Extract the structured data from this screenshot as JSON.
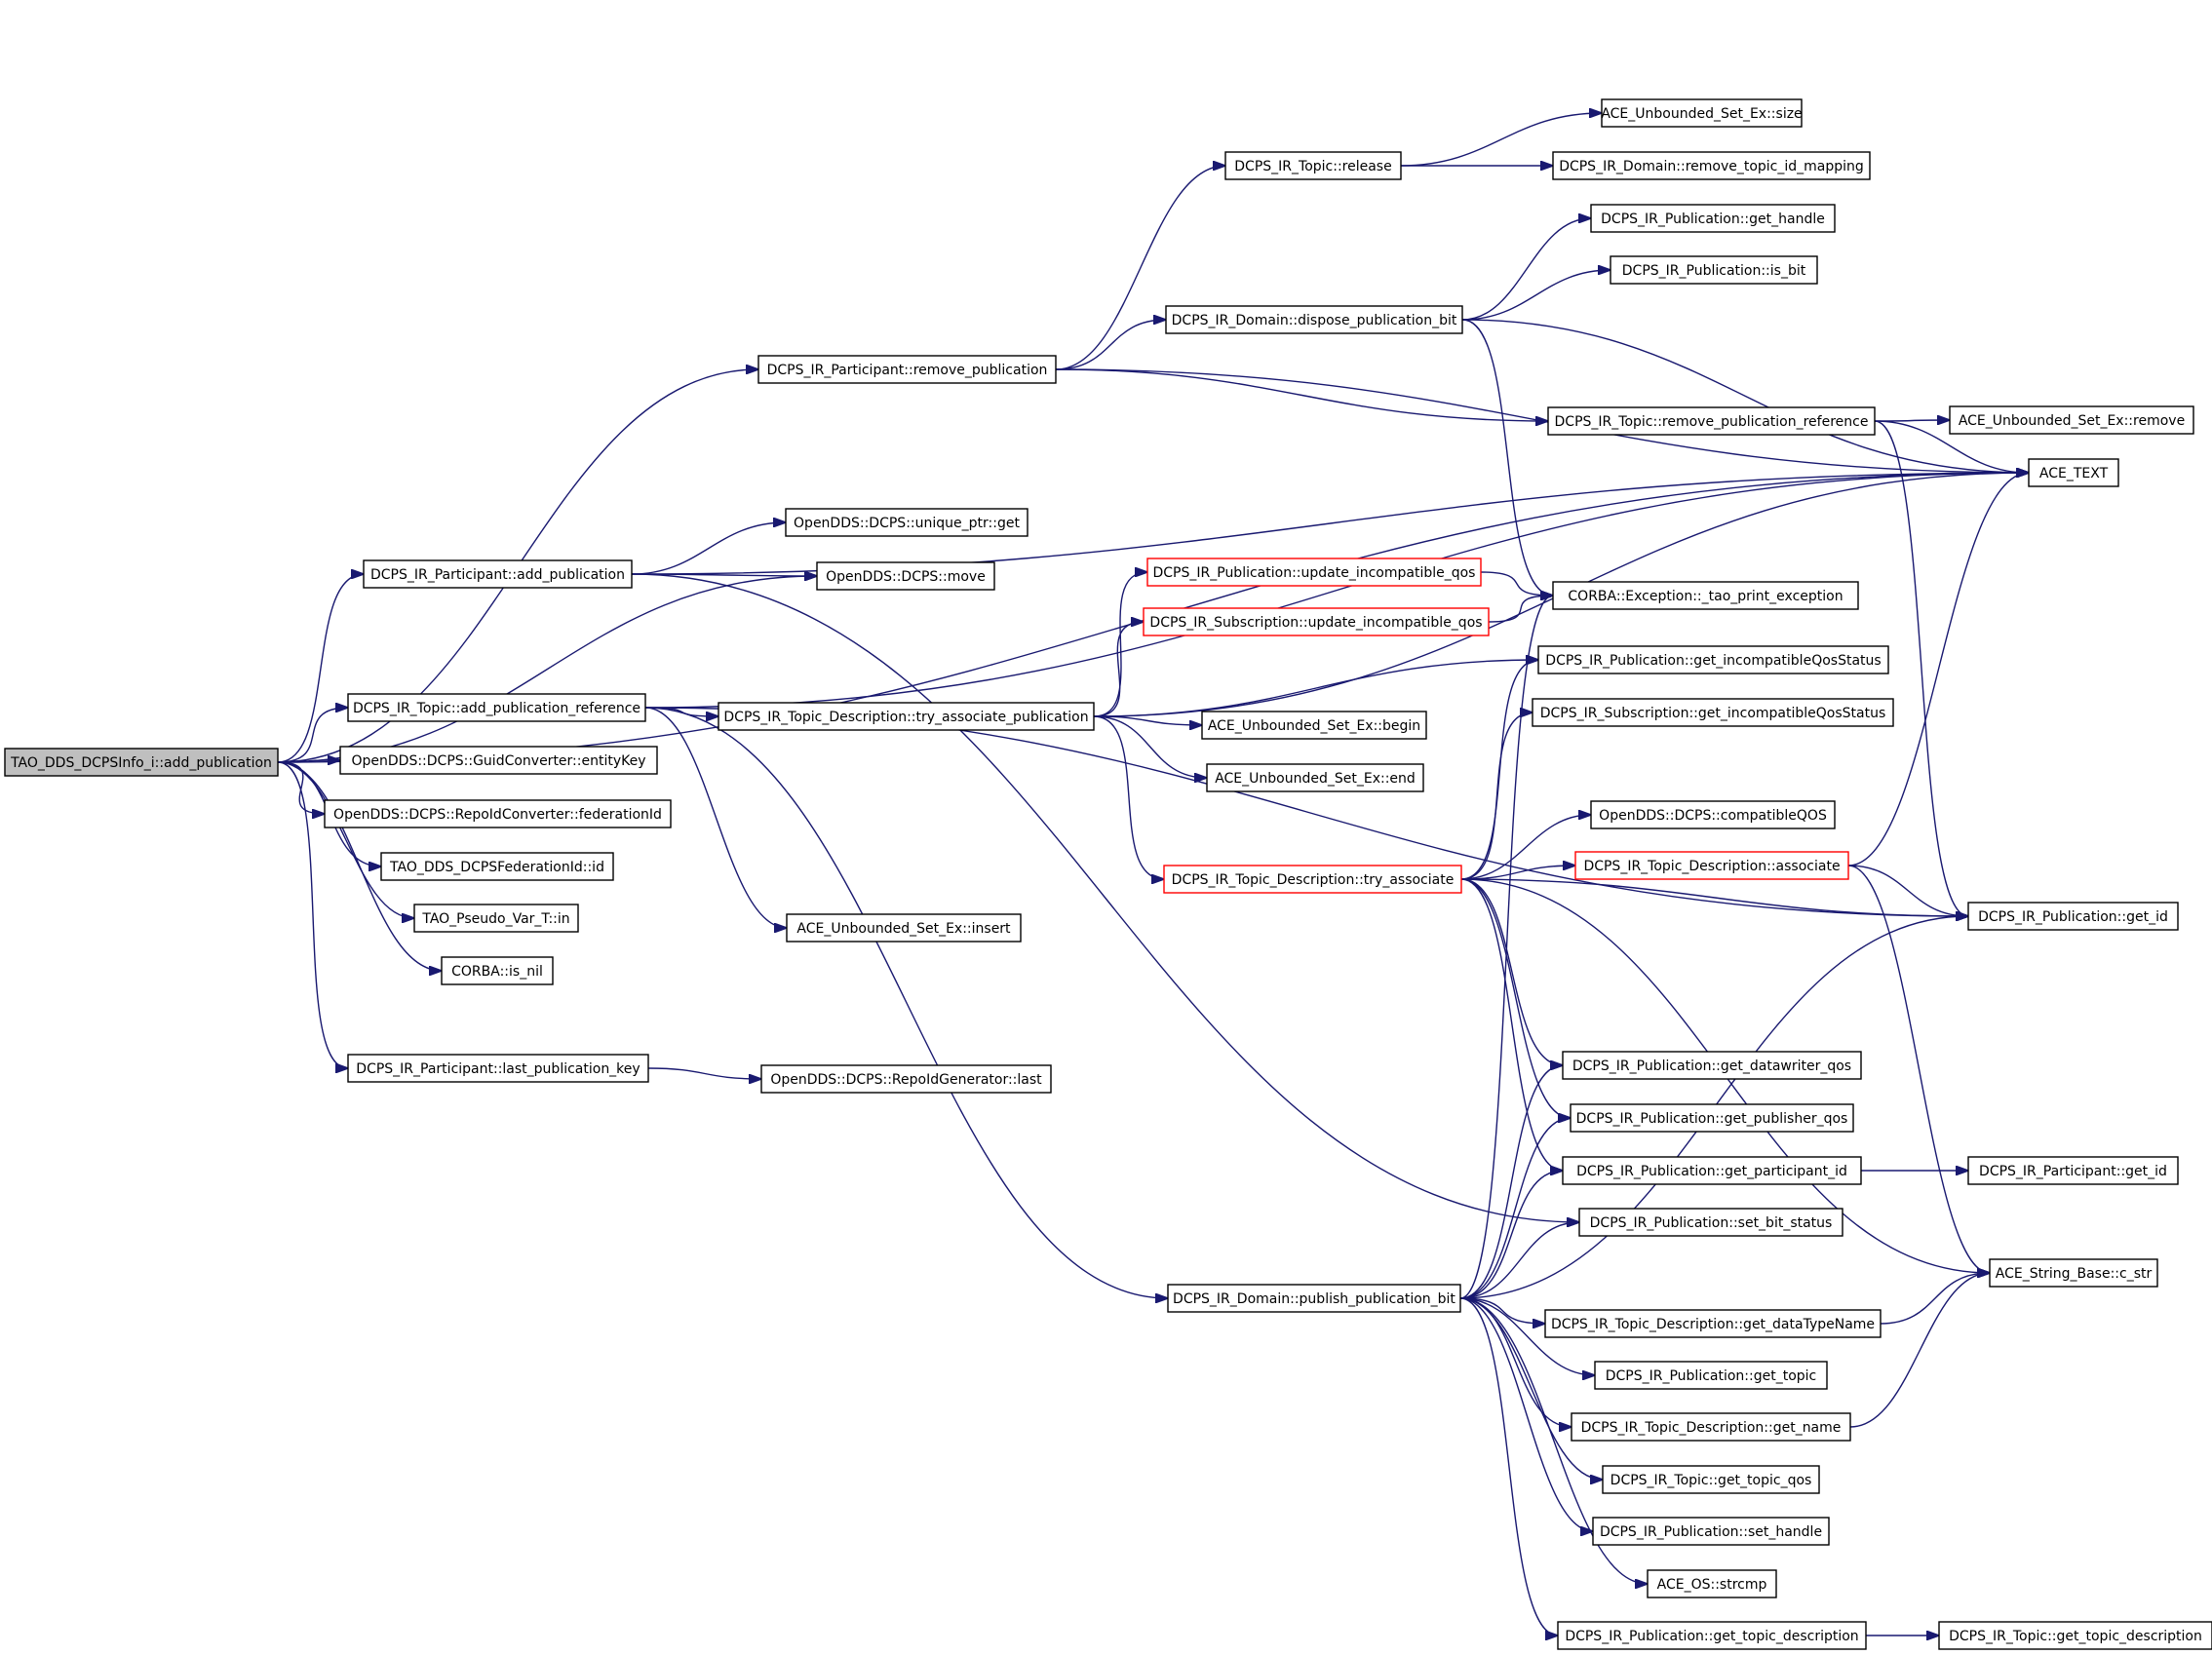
{
  "colors": {
    "edge": "#191970",
    "node_border": "#000000",
    "truncated_border": "#ff0000",
    "root_fill": "#bfbfbf",
    "node_fill": "#ffffff"
  },
  "nodes": [
    {
      "id": "root",
      "label": "TAO_DDS_DCPSInfo_i::add_publication",
      "style": "root"
    },
    {
      "id": "part_add_pub",
      "label": "DCPS_IR_Participant::add_publication"
    },
    {
      "id": "part_remove_pub",
      "label": "DCPS_IR_Participant::remove_publication"
    },
    {
      "id": "topic_release",
      "label": "DCPS_IR_Topic::release"
    },
    {
      "id": "set_size",
      "label": "ACE_Unbounded_Set_Ex::size"
    },
    {
      "id": "domain_remove_mapping",
      "label": "DCPS_IR_Domain::remove_topic_id_mapping"
    },
    {
      "id": "pub_get_handle",
      "label": "DCPS_IR_Publication::get_handle"
    },
    {
      "id": "pub_is_bit",
      "label": "DCPS_IR_Publication::is_bit"
    },
    {
      "id": "domain_dispose",
      "label": "DCPS_IR_Domain::dispose_publication_bit"
    },
    {
      "id": "topic_remove_ref",
      "label": "DCPS_IR_Topic::remove_publication_reference"
    },
    {
      "id": "set_remove",
      "label": "ACE_Unbounded_Set_Ex::remove"
    },
    {
      "id": "ace_text",
      "label": "ACE_TEXT"
    },
    {
      "id": "unique_ptr_get",
      "label": "OpenDDS::DCPS::unique_ptr::get"
    },
    {
      "id": "dcps_move",
      "label": "OpenDDS::DCPS::move"
    },
    {
      "id": "pub_update_qos",
      "label": "DCPS_IR_Publication::update_incompatible_qos",
      "style": "truncated"
    },
    {
      "id": "sub_update_qos",
      "label": "DCPS_IR_Subscription::update_incompatible_qos",
      "style": "truncated"
    },
    {
      "id": "tao_print_exc",
      "label": "CORBA::Exception::_tao_print_exception"
    },
    {
      "id": "pub_get_incompat",
      "label": "DCPS_IR_Publication::get_incompatibleQosStatus"
    },
    {
      "id": "sub_get_incompat",
      "label": "DCPS_IR_Subscription::get_incompatibleQosStatus"
    },
    {
      "id": "topic_add_ref",
      "label": "DCPS_IR_Topic::add_publication_reference"
    },
    {
      "id": "td_try_assoc_pub",
      "label": "DCPS_IR_Topic_Description::try_associate_publication"
    },
    {
      "id": "set_begin",
      "label": "ACE_Unbounded_Set_Ex::begin"
    },
    {
      "id": "set_end",
      "label": "ACE_Unbounded_Set_Ex::end"
    },
    {
      "id": "guid_entity_key",
      "label": "OpenDDS::DCPS::GuidConverter::entityKey"
    },
    {
      "id": "repo_federation_id",
      "label": "OpenDDS::DCPS::RepoIdConverter::federationId"
    },
    {
      "id": "fed_id",
      "label": "TAO_DDS_DCPSFederationId::id"
    },
    {
      "id": "pseudo_in",
      "label": "TAO_Pseudo_Var_T::in"
    },
    {
      "id": "corba_is_nil",
      "label": "CORBA::is_nil"
    },
    {
      "id": "compatible_qos",
      "label": "OpenDDS::DCPS::compatibleQOS"
    },
    {
      "id": "td_associate",
      "label": "DCPS_IR_Topic_Description::associate",
      "style": "truncated"
    },
    {
      "id": "td_try_associate",
      "label": "DCPS_IR_Topic_Description::try_associate",
      "style": "truncated"
    },
    {
      "id": "pub_get_id",
      "label": "DCPS_IR_Publication::get_id"
    },
    {
      "id": "set_insert",
      "label": "ACE_Unbounded_Set_Ex::insert"
    },
    {
      "id": "part_last_key",
      "label": "DCPS_IR_Participant::last_publication_key"
    },
    {
      "id": "repo_gen_last",
      "label": "OpenDDS::DCPS::RepoIdGenerator::last"
    },
    {
      "id": "pub_get_dw_qos",
      "label": "DCPS_IR_Publication::get_datawriter_qos"
    },
    {
      "id": "pub_get_pub_qos",
      "label": "DCPS_IR_Publication::get_publisher_qos"
    },
    {
      "id": "pub_get_part_id",
      "label": "DCPS_IR_Publication::get_participant_id"
    },
    {
      "id": "part_get_id",
      "label": "DCPS_IR_Participant::get_id"
    },
    {
      "id": "pub_set_bit_status",
      "label": "DCPS_IR_Publication::set_bit_status"
    },
    {
      "id": "c_str",
      "label": "ACE_String_Base::c_str"
    },
    {
      "id": "domain_publish_bit",
      "label": "DCPS_IR_Domain::publish_publication_bit"
    },
    {
      "id": "td_get_datatype",
      "label": "DCPS_IR_Topic_Description::get_dataTypeName"
    },
    {
      "id": "pub_get_topic",
      "label": "DCPS_IR_Publication::get_topic"
    },
    {
      "id": "td_get_name",
      "label": "DCPS_IR_Topic_Description::get_name"
    },
    {
      "id": "topic_get_qos",
      "label": "DCPS_IR_Topic::get_topic_qos"
    },
    {
      "id": "pub_set_handle",
      "label": "DCPS_IR_Publication::set_handle"
    },
    {
      "id": "os_strcmp",
      "label": "ACE_OS::strcmp"
    },
    {
      "id": "pub_get_topic_desc",
      "label": "DCPS_IR_Publication::get_topic_description"
    },
    {
      "id": "topic_get_topic_desc",
      "label": "DCPS_IR_Topic::get_topic_description"
    }
  ],
  "edges": [
    [
      "root",
      "ace_text"
    ],
    [
      "root",
      "part_remove_pub"
    ],
    [
      "root",
      "part_add_pub"
    ],
    [
      "root",
      "dcps_move"
    ],
    [
      "root",
      "topic_add_ref"
    ],
    [
      "root",
      "guid_entity_key"
    ],
    [
      "root",
      "repo_federation_id"
    ],
    [
      "root",
      "fed_id"
    ],
    [
      "root",
      "pseudo_in"
    ],
    [
      "root",
      "corba_is_nil"
    ],
    [
      "root",
      "part_last_key"
    ],
    [
      "part_add_pub",
      "ace_text"
    ],
    [
      "part_add_pub",
      "unique_ptr_get"
    ],
    [
      "part_add_pub",
      "dcps_move"
    ],
    [
      "part_add_pub",
      "pub_set_bit_status"
    ],
    [
      "part_remove_pub",
      "topic_release"
    ],
    [
      "part_remove_pub",
      "domain_dispose"
    ],
    [
      "part_remove_pub",
      "ace_text"
    ],
    [
      "part_remove_pub",
      "topic_remove_ref"
    ],
    [
      "topic_release",
      "set_size"
    ],
    [
      "topic_release",
      "domain_remove_mapping"
    ],
    [
      "domain_dispose",
      "pub_get_handle"
    ],
    [
      "domain_dispose",
      "pub_is_bit"
    ],
    [
      "domain_dispose",
      "ace_text"
    ],
    [
      "domain_dispose",
      "tao_print_exc"
    ],
    [
      "topic_remove_ref",
      "set_remove"
    ],
    [
      "topic_remove_ref",
      "ace_text"
    ],
    [
      "topic_remove_ref",
      "pub_get_id"
    ],
    [
      "topic_add_ref",
      "ace_text"
    ],
    [
      "topic_add_ref",
      "td_try_assoc_pub"
    ],
    [
      "topic_add_ref",
      "set_insert"
    ],
    [
      "topic_add_ref",
      "pub_get_id"
    ],
    [
      "topic_add_ref",
      "domain_publish_bit"
    ],
    [
      "td_try_assoc_pub",
      "pub_update_qos"
    ],
    [
      "td_try_assoc_pub",
      "sub_update_qos"
    ],
    [
      "td_try_assoc_pub",
      "pub_get_incompat"
    ],
    [
      "td_try_assoc_pub",
      "set_begin"
    ],
    [
      "td_try_assoc_pub",
      "set_end"
    ],
    [
      "td_try_assoc_pub",
      "td_try_associate"
    ],
    [
      "td_try_assoc_pub",
      "ace_text"
    ],
    [
      "pub_update_qos",
      "tao_print_exc"
    ],
    [
      "sub_update_qos",
      "tao_print_exc"
    ],
    [
      "td_try_associate",
      "pub_get_incompat"
    ],
    [
      "td_try_associate",
      "sub_get_incompat"
    ],
    [
      "td_try_associate",
      "compatible_qos"
    ],
    [
      "td_try_associate",
      "td_associate"
    ],
    [
      "td_try_associate",
      "pub_get_id"
    ],
    [
      "td_try_associate",
      "pub_get_dw_qos"
    ],
    [
      "td_try_associate",
      "pub_get_pub_qos"
    ],
    [
      "td_try_associate",
      "pub_get_part_id"
    ],
    [
      "td_try_associate",
      "c_str"
    ],
    [
      "td_associate",
      "ace_text"
    ],
    [
      "td_associate",
      "pub_get_id"
    ],
    [
      "td_associate",
      "c_str"
    ],
    [
      "pub_get_part_id",
      "part_get_id"
    ],
    [
      "part_last_key",
      "repo_gen_last"
    ],
    [
      "domain_publish_bit",
      "tao_print_exc"
    ],
    [
      "domain_publish_bit",
      "pub_get_dw_qos"
    ],
    [
      "domain_publish_bit",
      "pub_get_pub_qos"
    ],
    [
      "domain_publish_bit",
      "pub_get_part_id"
    ],
    [
      "domain_publish_bit",
      "pub_set_bit_status"
    ],
    [
      "domain_publish_bit",
      "pub_get_id"
    ],
    [
      "domain_publish_bit",
      "td_get_datatype"
    ],
    [
      "domain_publish_bit",
      "pub_get_topic"
    ],
    [
      "domain_publish_bit",
      "td_get_name"
    ],
    [
      "domain_publish_bit",
      "topic_get_qos"
    ],
    [
      "domain_publish_bit",
      "pub_set_handle"
    ],
    [
      "domain_publish_bit",
      "os_strcmp"
    ],
    [
      "domain_publish_bit",
      "pub_get_topic_desc"
    ],
    [
      "td_get_datatype",
      "c_str"
    ],
    [
      "td_get_name",
      "c_str"
    ],
    [
      "pub_get_topic_desc",
      "topic_get_topic_desc"
    ]
  ]
}
